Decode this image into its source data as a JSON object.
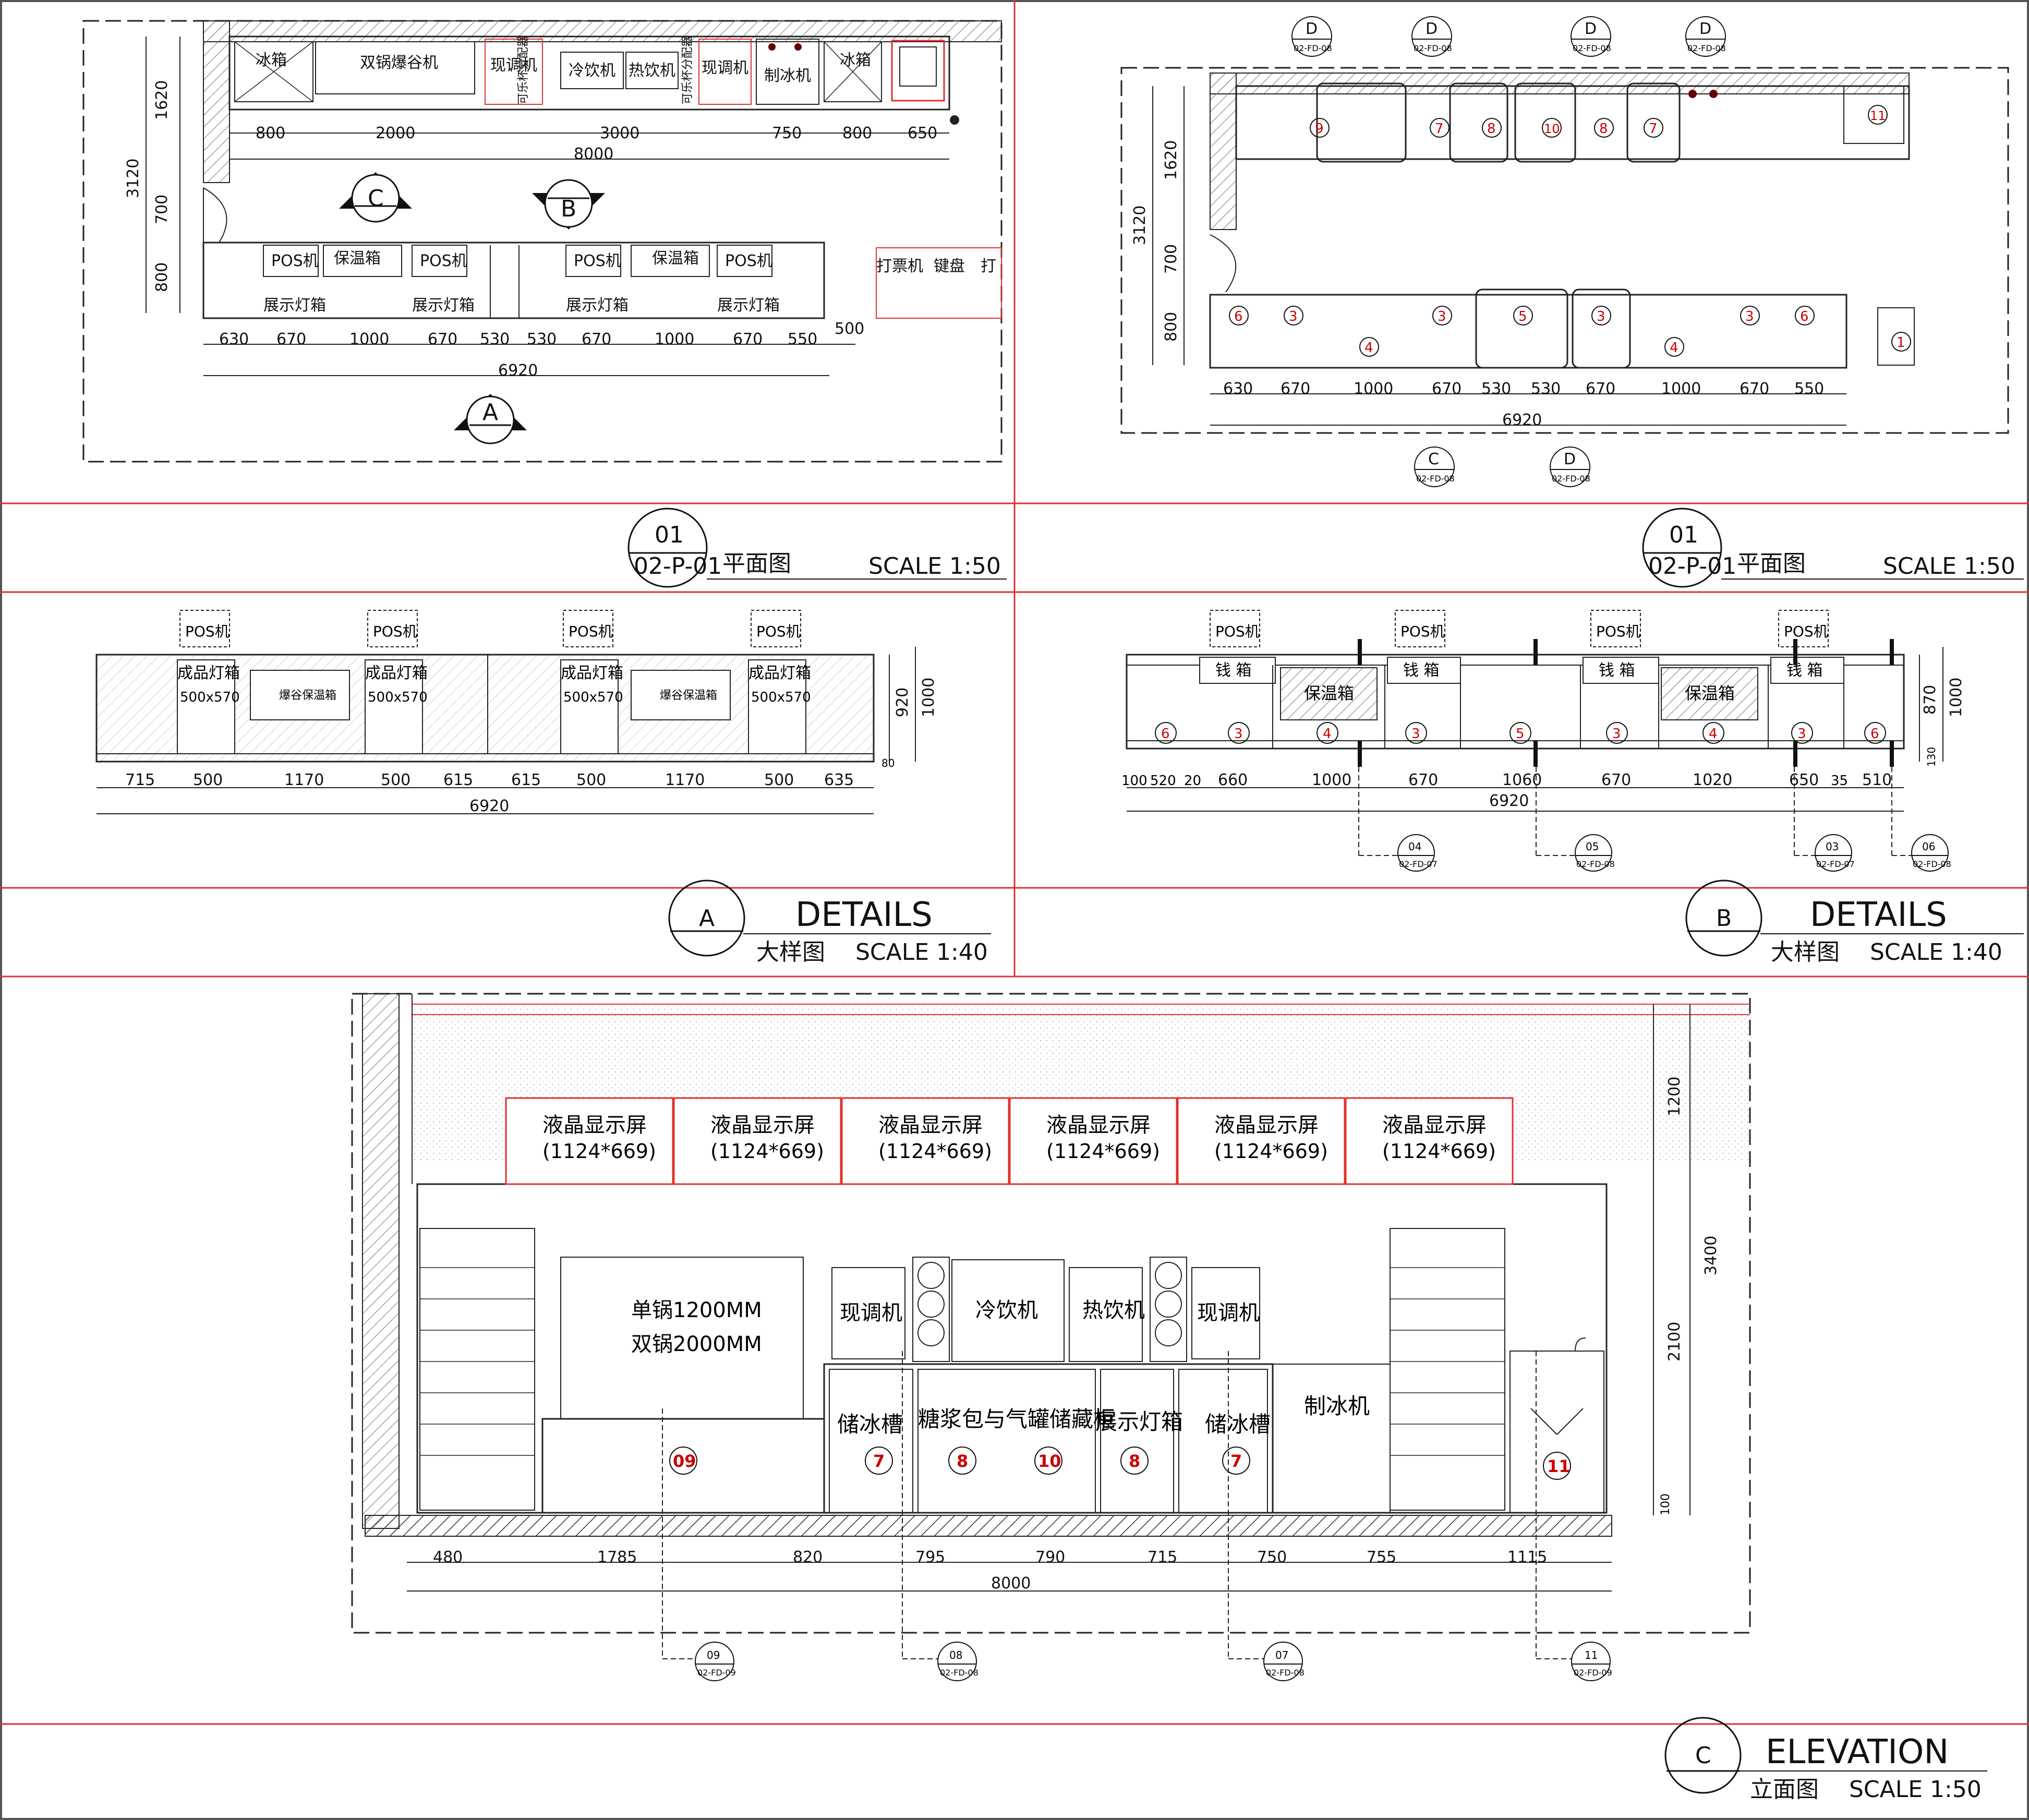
{
  "panels": {
    "plan_left": {
      "title_num": "01",
      "title_ref": "02-P-01",
      "title_name": "平面图",
      "scale": "SCALE   1:50",
      "back_items": [
        "冰箱",
        "双锅爆谷机",
        "现调机",
        "可乐杯分配器",
        "冷饮机",
        "热饮机",
        "可乐杯分配器",
        "现调机",
        "制冰机",
        "冰箱"
      ],
      "front_items": [
        "POS机",
        "保温箱",
        "POS机",
        "POS机",
        "保温箱",
        "POS机"
      ],
      "front_lower": [
        "展示灯箱",
        "展示灯箱",
        "展示灯箱",
        "展示灯箱"
      ],
      "right_items": [
        "打票机",
        "键盘",
        "打"
      ],
      "back_dims": [
        "800",
        "2000",
        "3000",
        "750",
        "800",
        "650"
      ],
      "back_total": "8000",
      "front_dims": [
        "630",
        "670",
        "1000",
        "670",
        "530",
        "530",
        "670",
        "1000",
        "670",
        "550"
      ],
      "extra_dim": "500",
      "front_total": "6920",
      "vert_dims": [
        "1620",
        "700",
        "800"
      ],
      "vert_total": "3120",
      "sections": [
        "C",
        "B",
        "A"
      ]
    },
    "plan_right": {
      "title_num": "01",
      "title_ref": "02-P-01",
      "title_name": "平面图",
      "scale": "SCALE   1:50",
      "top_tags": [
        "D",
        "D",
        "D",
        "D"
      ],
      "tag_ref": "02-FD-08",
      "back_nums": [
        "9",
        "7",
        "8",
        "10",
        "8",
        "7",
        "11"
      ],
      "front_nums": [
        "6",
        "3",
        "4",
        "3",
        "5",
        "3",
        "4",
        "3",
        "6",
        "1"
      ],
      "front_dims": [
        "630",
        "670",
        "1000",
        "670",
        "530",
        "530",
        "670",
        "1000",
        "670",
        "550"
      ],
      "front_total": "6920",
      "vert_dims": [
        "1620",
        "700",
        "800"
      ],
      "vert_total": "3120",
      "bottom_tags": [
        "C",
        "D"
      ]
    },
    "detail_a": {
      "title_letter": "A",
      "title_word": "DETAILS",
      "title_name": "大样图",
      "scale": "SCALE   1:40",
      "pos": [
        "POS机",
        "POS机",
        "POS机",
        "POS机"
      ],
      "lightbox": "成品灯箱",
      "lightbox_size": "500x570",
      "warmer": "爆谷保温箱",
      "dims": [
        "715",
        "500",
        "1170",
        "500",
        "615",
        "615",
        "500",
        "1170",
        "500",
        "635"
      ],
      "total": "6920",
      "height_dims": [
        "920",
        "1000",
        "80"
      ]
    },
    "detail_b": {
      "title_letter": "B",
      "title_word": "DETAILS",
      "title_name": "大样图",
      "scale": "SCALE   1:40",
      "pos": [
        "POS机",
        "POS机",
        "POS机",
        "POS机"
      ],
      "cash": "钱 箱",
      "warmer": "保温箱",
      "nums": [
        "6",
        "3",
        "4",
        "3",
        "5",
        "3",
        "4",
        "3",
        "6"
      ],
      "dims": [
        "100",
        "520",
        "20",
        "660",
        "1000",
        "670",
        "1060",
        "670",
        "1020",
        "650",
        "35",
        "510"
      ],
      "total": "6920",
      "height_dims": [
        "870",
        "1000",
        "130"
      ],
      "tags": [
        {
          "num": "04",
          "ref": "02-FD-07"
        },
        {
          "num": "05",
          "ref": "02-FD-08"
        },
        {
          "num": "03",
          "ref": "02-FD-07"
        },
        {
          "num": "06",
          "ref": "02-FD-08"
        }
      ]
    },
    "elevation_c": {
      "title_letter": "C",
      "title_word": "ELEVATION",
      "title_name": "立面图",
      "scale": "SCALE   1:50",
      "lcd": "液晶显示屏",
      "lcd_size": "(1124*669)",
      "popcorn": [
        "单锅1200MM",
        "双锅2000MM"
      ],
      "machines": [
        "现调机",
        "冷饮机",
        "热饮机",
        "现调机"
      ],
      "lower": [
        "储冰槽",
        "糖浆包与气罐储藏柜",
        "展示灯箱",
        "储冰槽",
        "制冰机"
      ],
      "nums": [
        "09",
        "7",
        "8",
        "10",
        "8",
        "7",
        "11"
      ],
      "dims": [
        "480",
        "1785",
        "820",
        "795",
        "790",
        "715",
        "750",
        "755",
        "1115"
      ],
      "total": "8000",
      "height_dims": [
        "1200",
        "3400",
        "2100",
        "100"
      ],
      "tags": [
        {
          "num": "09",
          "ref": "02-FD-09"
        },
        {
          "num": "08",
          "ref": "02-FD-08"
        },
        {
          "num": "07",
          "ref": "02-FD-08"
        },
        {
          "num": "11",
          "ref": "02-FD-09"
        }
      ]
    }
  }
}
